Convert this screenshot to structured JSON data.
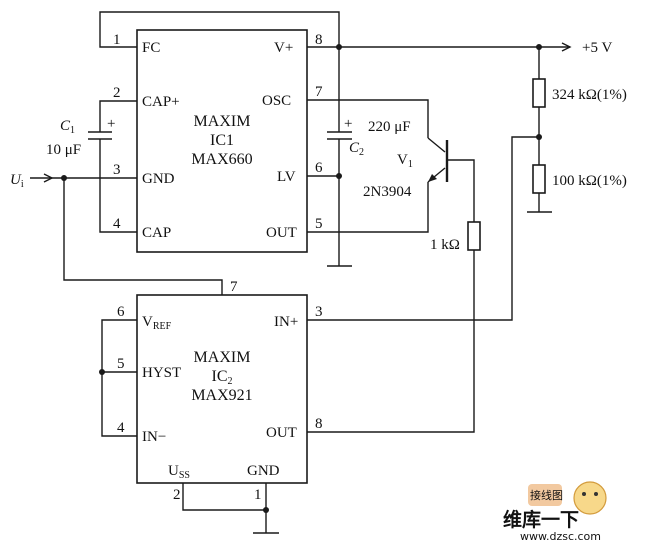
{
  "ic1": {
    "maker": "MAXIM",
    "name": "IC1",
    "part": "MAX660",
    "pins": {
      "p1": {
        "num": "1",
        "name": "FC"
      },
      "p2": {
        "num": "2",
        "name": "CAP+"
      },
      "p3": {
        "num": "3",
        "name": "GND"
      },
      "p4": {
        "num": "4",
        "name": "CAP"
      },
      "p8": {
        "num": "8",
        "name": "V+"
      },
      "p7": {
        "num": "7",
        "name": "OSC"
      },
      "p6": {
        "num": "6",
        "name": "LV"
      },
      "p5": {
        "num": "5",
        "name": "OUT"
      }
    }
  },
  "ic2": {
    "maker": "MAXIM",
    "name": "IC",
    "name_sub": "2",
    "part": "MAX921",
    "pins": {
      "p7": {
        "num": "7"
      },
      "p6": {
        "num": "6",
        "name": "V",
        "sub": "REF"
      },
      "p5": {
        "num": "5",
        "name": "HYST"
      },
      "p4": {
        "num": "4",
        "name": "IN−"
      },
      "p3": {
        "num": "3",
        "name": "IN+"
      },
      "p8": {
        "num": "8",
        "name": "OUT"
      },
      "p2": {
        "num": "2",
        "name": "U",
        "sub": "SS"
      },
      "p1": {
        "num": "1",
        "name": "GND"
      }
    }
  },
  "components": {
    "c1": {
      "name": "C",
      "sub": "1",
      "value": "10 μF",
      "plus": "+"
    },
    "c2": {
      "name": "C",
      "sub": "2",
      "value": "220 μF",
      "plus": "+"
    },
    "v1": {
      "name": "V",
      "sub": "1",
      "part": "2N3904"
    },
    "r1": {
      "value": "324 kΩ(1%)"
    },
    "r2": {
      "value": "100 kΩ(1%)"
    },
    "r3": {
      "value": "1 kΩ"
    }
  },
  "supply": {
    "label": "+5 V"
  },
  "input": {
    "name": "U",
    "sub": "i"
  },
  "watermark": {
    "line1": "维库一下",
    "line2": "www.dzsc.com",
    "badge": "接线图"
  }
}
